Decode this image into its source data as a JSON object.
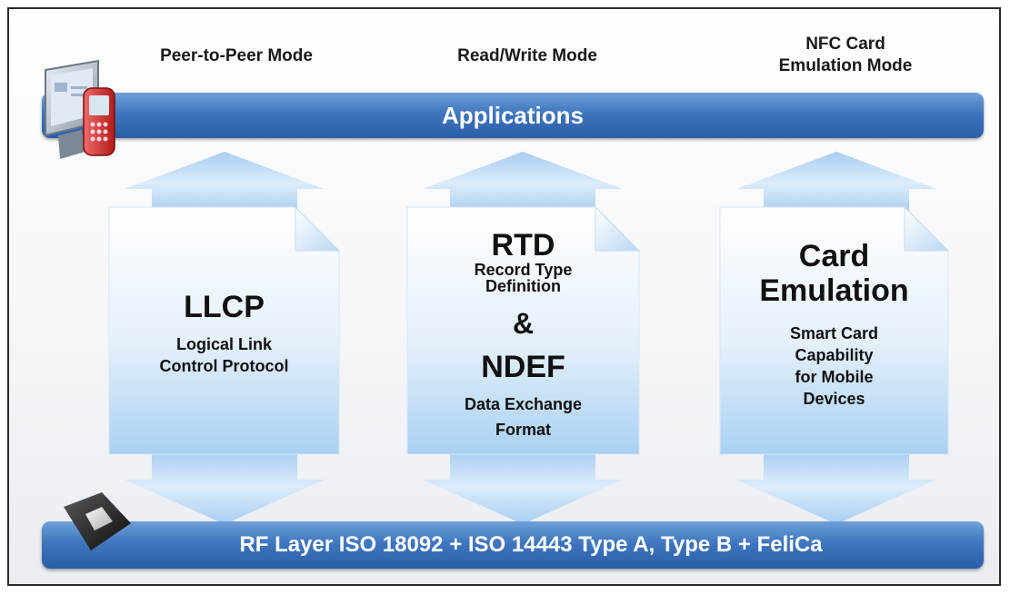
{
  "modes": {
    "p2p": "Peer-to-Peer Mode",
    "rw": "Read/Write Mode",
    "nfc_line1": "NFC Card",
    "nfc_line2": "Emulation Mode"
  },
  "applications_bar": "Applications",
  "rf_bar": "RF Layer ISO 18092 + ISO 14443 Type A, Type B + FeliCa",
  "llcp": {
    "title": "LLCP",
    "line1": "Logical Link",
    "line2": "Control Protocol"
  },
  "rtd": {
    "title": "RTD",
    "sub1": "Record Type",
    "sub2": "Definition",
    "amp": "&",
    "title2": "NDEF",
    "sub3": "Data Exchange",
    "sub4": "Format"
  },
  "card": {
    "title1": "Card",
    "title2": "Emulation",
    "line1": "Smart Card",
    "line2": "Capability",
    "line3": "for Mobile",
    "line4": "Devices"
  },
  "colors": {
    "bar": "#3f76bf",
    "arrow_light": "#dcecfb",
    "arrow_mid": "#a9cdf0",
    "border": "#2a2a2a"
  },
  "icons": [
    "computer-phone-icon",
    "chip-icon"
  ]
}
